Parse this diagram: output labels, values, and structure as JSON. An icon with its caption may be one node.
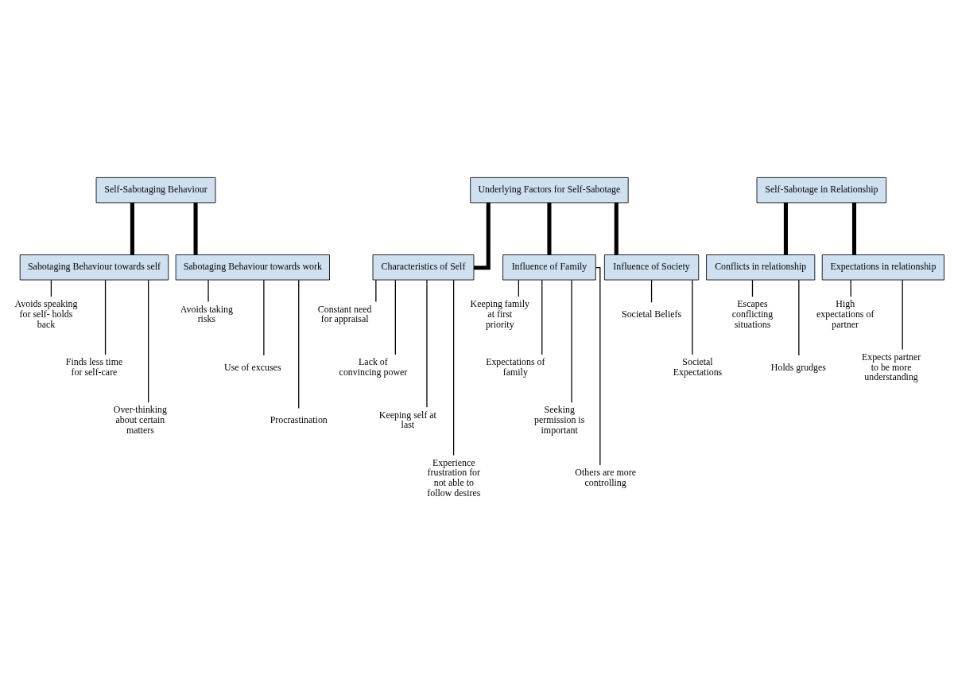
{
  "diagram": {
    "nodes": [
      {
        "text": [
          "Self-Sabotaging Behaviour"
        ]
      },
      {
        "text": [
          "Underlying Factors for Self-Sabotage"
        ]
      },
      {
        "text": [
          "Self-Sabotage in Relationship"
        ]
      },
      {
        "text": [
          "Sabotaging Behaviour towards self"
        ]
      },
      {
        "text": [
          "Sabotaging Behaviour towards work"
        ]
      },
      {
        "text": [
          "Characteristics of Self"
        ]
      },
      {
        "text": [
          "Influence of Family"
        ]
      },
      {
        "text": [
          "Influence of Society"
        ]
      },
      {
        "text": [
          "Conflicts in relationship"
        ]
      },
      {
        "text": [
          "Expectations in relationship"
        ]
      },
      {
        "text": [
          "Avoids speaking for self- holds back"
        ]
      },
      {
        "text": [
          "Finds less time for self-care"
        ]
      },
      {
        "text": [
          "Over-thinking about certain matters"
        ]
      },
      {
        "text": [
          "Avoids taking risks"
        ]
      },
      {
        "text": [
          "Use of excuses"
        ]
      },
      {
        "text": [
          "Procrastination"
        ]
      },
      {
        "text": [
          "Constant need for appraisal"
        ]
      },
      {
        "text": [
          "Lack of convincing power"
        ]
      },
      {
        "text": [
          "Keeping self at last"
        ]
      },
      {
        "text": [
          "Experience frustration for not able to follow desires"
        ]
      },
      {
        "text": [
          "Keeping family at first priority"
        ]
      },
      {
        "text": [
          "Expectations of family"
        ]
      },
      {
        "text": [
          "Seeking permission is important"
        ]
      },
      {
        "text": [
          "Others are more controlling"
        ]
      },
      {
        "text": [
          "Societal Beliefs"
        ]
      },
      {
        "text": [
          "Societal Expectations"
        ]
      },
      {
        "text": [
          "Escapes conflicting situations"
        ]
      },
      {
        "text": [
          "Holds grudges"
        ]
      },
      {
        "text": [
          "High expectations of partner"
        ]
      },
      {
        "text": [
          "Expects partner to be more understanding"
        ]
      }
    ],
    "edges": [
      {
        "from": 0,
        "to": 3,
        "arrow": "none",
        "style": "thick"
      },
      {
        "from": 0,
        "to": 4,
        "arrow": "none",
        "style": "thick"
      },
      {
        "from": 1,
        "to": 5,
        "arrow": "none",
        "style": "thick"
      },
      {
        "from": 1,
        "to": 6,
        "arrow": "none",
        "style": "thick"
      },
      {
        "from": 1,
        "to": 7,
        "arrow": "none",
        "style": "thick"
      },
      {
        "from": 2,
        "to": 8,
        "arrow": "none",
        "style": "thick"
      },
      {
        "from": 2,
        "to": 9,
        "arrow": "none",
        "style": "thick"
      },
      {
        "from": 3,
        "to": 10,
        "arrow": "none"
      },
      {
        "from": 3,
        "to": 11,
        "arrow": "none"
      },
      {
        "from": 3,
        "to": 12,
        "arrow": "none"
      },
      {
        "from": 4,
        "to": 13,
        "arrow": "none"
      },
      {
        "from": 4,
        "to": 14,
        "arrow": "none"
      },
      {
        "from": 4,
        "to": 15,
        "arrow": "none"
      },
      {
        "from": 5,
        "to": 16,
        "arrow": "none"
      },
      {
        "from": 5,
        "to": 17,
        "arrow": "none"
      },
      {
        "from": 5,
        "to": 18,
        "arrow": "none"
      },
      {
        "from": 5,
        "to": 19,
        "arrow": "none"
      },
      {
        "from": 6,
        "to": 20,
        "arrow": "none"
      },
      {
        "from": 6,
        "to": 21,
        "arrow": "none"
      },
      {
        "from": 6,
        "to": 22,
        "arrow": "none"
      },
      {
        "from": 6,
        "to": 23,
        "arrow": "none"
      },
      {
        "from": 7,
        "to": 24,
        "arrow": "none"
      },
      {
        "from": 7,
        "to": 25,
        "arrow": "none"
      },
      {
        "from": 8,
        "to": 26,
        "arrow": "none"
      },
      {
        "from": 8,
        "to": 27,
        "arrow": "none"
      },
      {
        "from": 9,
        "to": 28,
        "arrow": "none"
      },
      {
        "from": 9,
        "to": 29,
        "arrow": "none"
      }
    ]
  }
}
